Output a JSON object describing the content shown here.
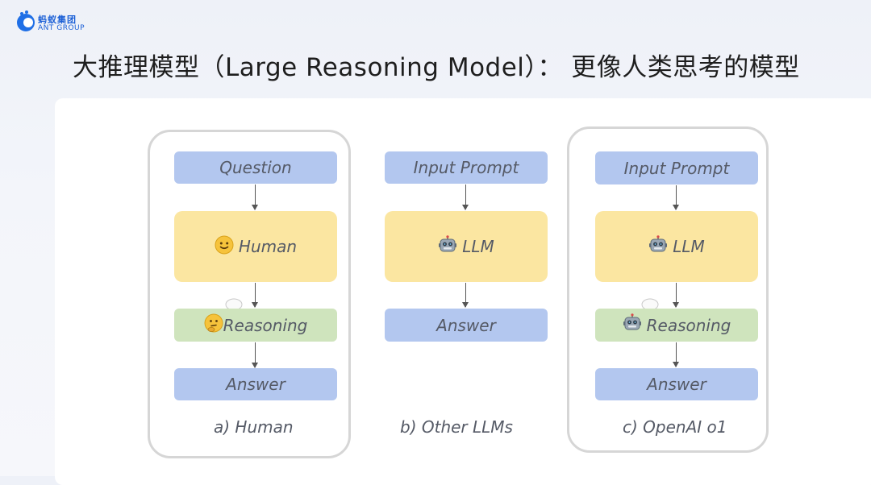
{
  "header": {
    "logo_cn": "蚂蚁集团",
    "logo_en": "ANT GROUP",
    "title": "大推理模型（Large Reasoning Model）： 更像人类思考的模型"
  },
  "diagram": {
    "human": {
      "question": "Question",
      "human": "Human",
      "reasoning": "Reasoning",
      "answer": "Answer",
      "caption": "a) Human"
    },
    "other_llms": {
      "input_prompt": "Input Prompt",
      "llm": "LLM",
      "answer": "Answer",
      "caption": "b) Other LLMs"
    },
    "openai_o1": {
      "input_prompt": "Input Prompt",
      "llm": "LLM",
      "reasoning": "Reasoning",
      "answer": "Answer",
      "caption": "c) OpenAI o1"
    }
  }
}
